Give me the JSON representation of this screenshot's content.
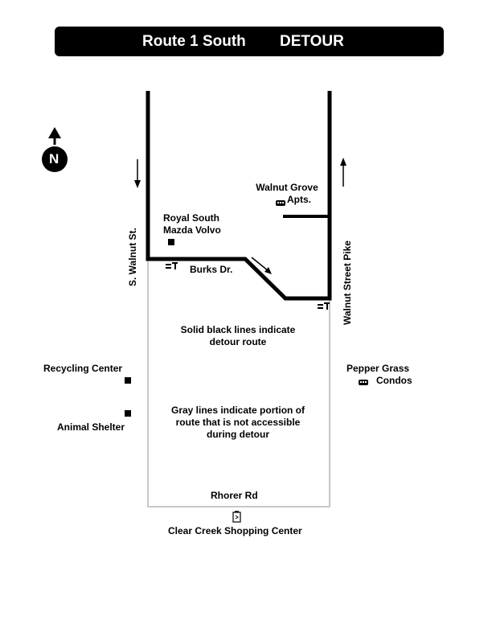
{
  "header": {
    "route": "Route 1 South",
    "status": "DETOUR"
  },
  "compass": {
    "letter": "N",
    "icon": "north-arrow-icon"
  },
  "streets": {
    "west": "S. Walnut St.",
    "east": "Walnut Street Pike",
    "burks": "Burks Dr.",
    "rhorer": "Rhorer Rd"
  },
  "landmarks": {
    "royal_line1": "Royal South",
    "royal_line2": "Mazda Volvo",
    "walnut_line1": "Walnut Grove",
    "walnut_line2": "Apts.",
    "recycling": "Recycling Center",
    "animal": "Animal Shelter",
    "pepper_line1": "Pepper Grass",
    "pepper_line2": "Condos",
    "shopping": "Clear Creek Shopping Center"
  },
  "legend": {
    "solid_line1": "Solid black lines indicate",
    "solid_line2": "detour route",
    "gray_line1": "Gray lines indicate portion of",
    "gray_line2": "route that is not accessible",
    "gray_line3": "during detour"
  },
  "colors": {
    "detour": "#000000",
    "inaccessible": "#c8c8c8"
  },
  "icons": [
    "bus-stop-icon",
    "apartment-icon",
    "building-marker-icon",
    "shopping-cart-icon"
  ]
}
